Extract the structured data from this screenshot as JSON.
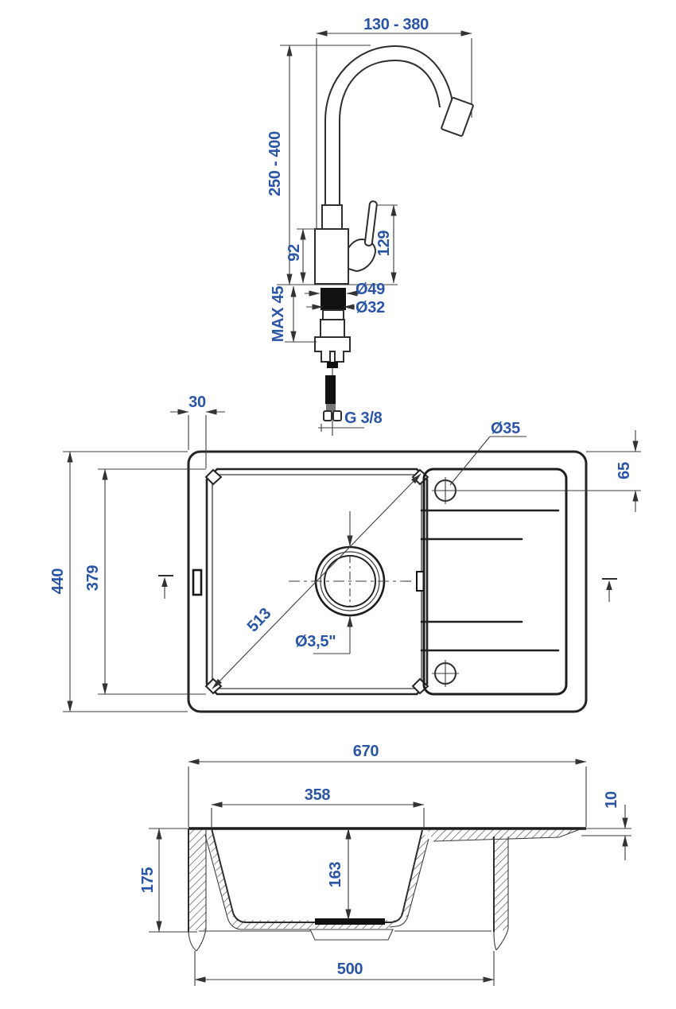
{
  "drawing": {
    "type": "kitchen sink with faucet technical dimension drawing",
    "units": "mm",
    "colors": {
      "dimension_text": "#2a55a4",
      "line": "#2e2e2e",
      "background": "#ffffff"
    },
    "faucet": {
      "spout_reach": "130 - 380",
      "height_range": "250 - 400",
      "body_height": "92",
      "lever_height": "129",
      "flange_dia": "Ø49",
      "shank_dia": "Ø32",
      "max_thickness": "MAX 45",
      "connection": "G 3/8"
    },
    "top_view": {
      "bowl_offset": "30",
      "tap_hole_dia": "Ø35",
      "tap_hole_offset": "65",
      "overall_depth": "440",
      "bowl_length": "379",
      "bowl_diagonal": "513",
      "drain_dia": "Ø3,5\""
    },
    "section_view": {
      "overall_length": "670",
      "bowl_width": "358",
      "board_thickness": "10",
      "overall_height": "175",
      "bowl_depth": "163",
      "base_length": "500"
    }
  }
}
